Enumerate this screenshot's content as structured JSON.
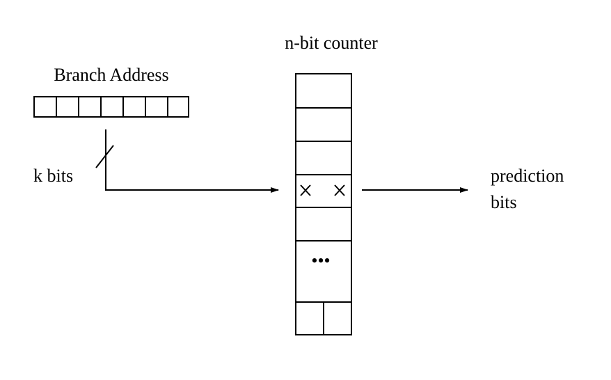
{
  "labels": {
    "counter_title": "n-bit counter",
    "branch_address": "Branch Address",
    "k_bits": "k bits",
    "prediction_line1": "prediction",
    "prediction_line2": "bits",
    "row_marks": "×   ×",
    "ellipsis": "•••"
  },
  "colors": {
    "ink": "#000000",
    "background": "#ffffff"
  }
}
